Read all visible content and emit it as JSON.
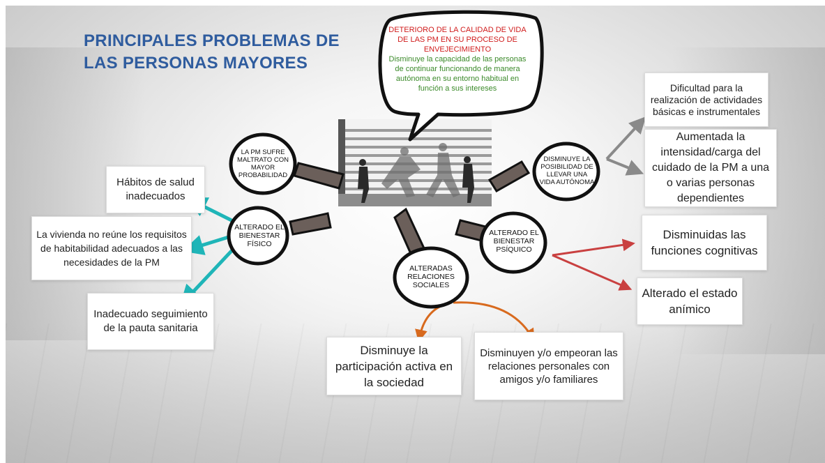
{
  "title": "PRINCIPALES PROBLEMAS DE LAS PERSONAS MAYORES",
  "bubble": {
    "heading": "DETERIORO DE LA CALIDAD DE VIDA DE LAS PM EN SU PROCESO DE ENVEJECIMIENTO",
    "body": "Disminuye la capacidad de las personas de continuar funcionando de manera autónoma en su entorno habitual en función a sus intereses"
  },
  "magnifiers": {
    "maltrato": "LA PM SUFRE MALTRATO CON MAYOR PROBABILIDAD",
    "autonomia": "DISMINUYE LA POSIBILIDAD DE LLEVAR UNA VIDA AUTÓNOMA",
    "fisico": "ALTERADO EL BIENESTAR FÍSICO",
    "psiquico": "ALTERADO EL BIENESTAR PSÍQUICO",
    "sociales": "ALTERADAS RELACIONES SOCIALES"
  },
  "boxes": {
    "habitos": "Hábitos de salud inadecuados",
    "vivienda": "La vivienda no reúne los requisitos de habitabilidad adecuados a las necesidades de la PM",
    "seguimiento": "Inadecuado seguimiento de la pauta sanitaria",
    "dificultad": "Dificultad para la realización de actividades básicas e instrumentales",
    "carga": "Aumentada la intensidad/carga del cuidado de la PM  a una o varias personas dependientes",
    "cognitivas": "Disminuidas las funciones cognitivas",
    "animico": "Alterado el estado anímico",
    "participacion": "Disminuye la participación activa en la sociedad",
    "relaciones": "Disminuyen y/o empeoran las relaciones personales con amigos y/o familiares"
  },
  "colors": {
    "title": "#2f5c9e",
    "teal_arrows": "#1fb5b8",
    "gray_arrows": "#8a8a8a",
    "red_arrows": "#c94040",
    "orange_arrows": "#d86a1e",
    "bubble_red": "#d01c1c",
    "bubble_green": "#3b8a2a"
  }
}
